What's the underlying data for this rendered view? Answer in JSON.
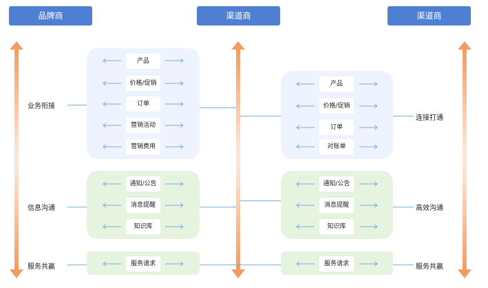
{
  "headers": {
    "brand": "品牌商",
    "channel_center": "渠道商",
    "channel_right": "渠道商"
  },
  "left_labels": {
    "business": "业务衔接",
    "info": "信息沟通",
    "service": "服务共赢"
  },
  "right_labels": {
    "connect": "连接打通",
    "efficient": "高效沟通",
    "service": "服务共赢"
  },
  "left_group": {
    "business_items": [
      "产品",
      "价格/促销",
      "订单",
      "营销活动",
      "营销费用"
    ],
    "info_items": [
      "通知/公告",
      "消息提醒",
      "知识库"
    ],
    "service_items": [
      "服务请求"
    ]
  },
  "right_group": {
    "business_items": [
      "产品",
      "价格/促销",
      "订单",
      "对账单"
    ],
    "info_items": [
      "通知/公告",
      "消息提醒",
      "知识库"
    ],
    "service_items": [
      "服务请求"
    ]
  },
  "colors": {
    "header": "#4e7fd3",
    "arrow_orange": "#f4a16b",
    "box_blue": "#eef3ff",
    "box_green": "#e5f3df",
    "connector": "#7eaed6"
  }
}
